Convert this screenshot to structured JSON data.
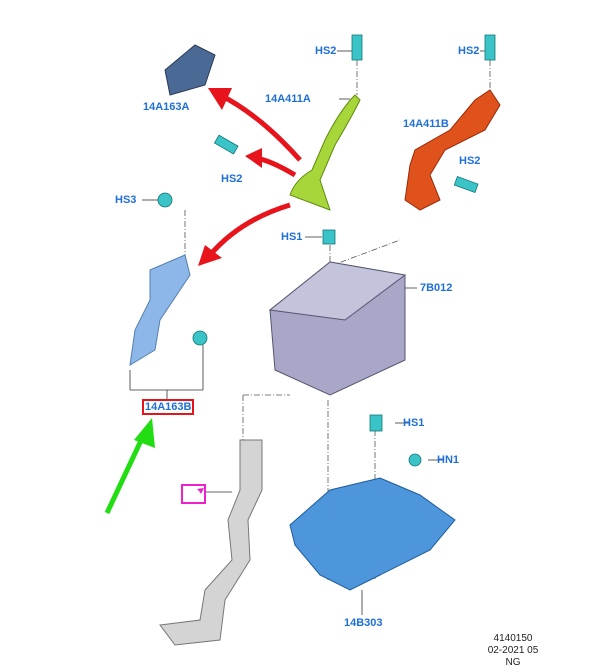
{
  "labels": {
    "hs2_center": "HS2",
    "hs2_right": "HS2",
    "part_14a163a": "14A163A",
    "part_14a411a": "14A411A",
    "part_14a411b": "14A411B",
    "hs2_left": "HS2",
    "hs2_red": "HS2",
    "hs3": "HS3",
    "hs1_top": "HS1",
    "part_7b012": "7B012",
    "part_14a163b": "14A163B",
    "hs1_bottom": "HS1",
    "hn1": "HN1",
    "part_14b303": "14B303"
  },
  "footer": {
    "figure_number": "4140150",
    "date_code": "02-2021 05",
    "suffix": "NG"
  },
  "colors": {
    "label": "#1f6fd8",
    "highlight": "#e8141c",
    "arrow_red": "#e8141c",
    "arrow_green": "#22dd11",
    "magenta": "#ee22cc"
  }
}
